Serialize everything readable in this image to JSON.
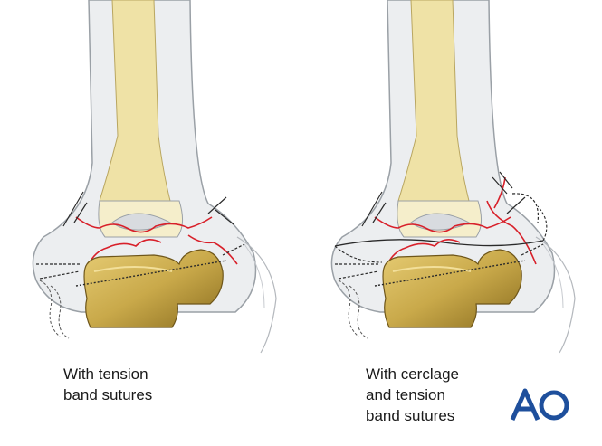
{
  "panels": [
    {
      "caption": "With tension\nband sutures",
      "technique": "tension-band"
    },
    {
      "caption": "With cerclage\nand tension\nband sutures",
      "technique": "cerclage-and-tension-band"
    }
  ],
  "logo": {
    "text": "AO",
    "color": "#1e4f9c"
  },
  "colors": {
    "bone_outline": "#9aa0a6",
    "bone_fill": "#eceef0",
    "medullary": "#efe2a6",
    "implant": "#c9a94a",
    "implant_dark": "#8a6d1f",
    "fracture_line": "#d8202a",
    "suture": "#2a2a2a"
  }
}
